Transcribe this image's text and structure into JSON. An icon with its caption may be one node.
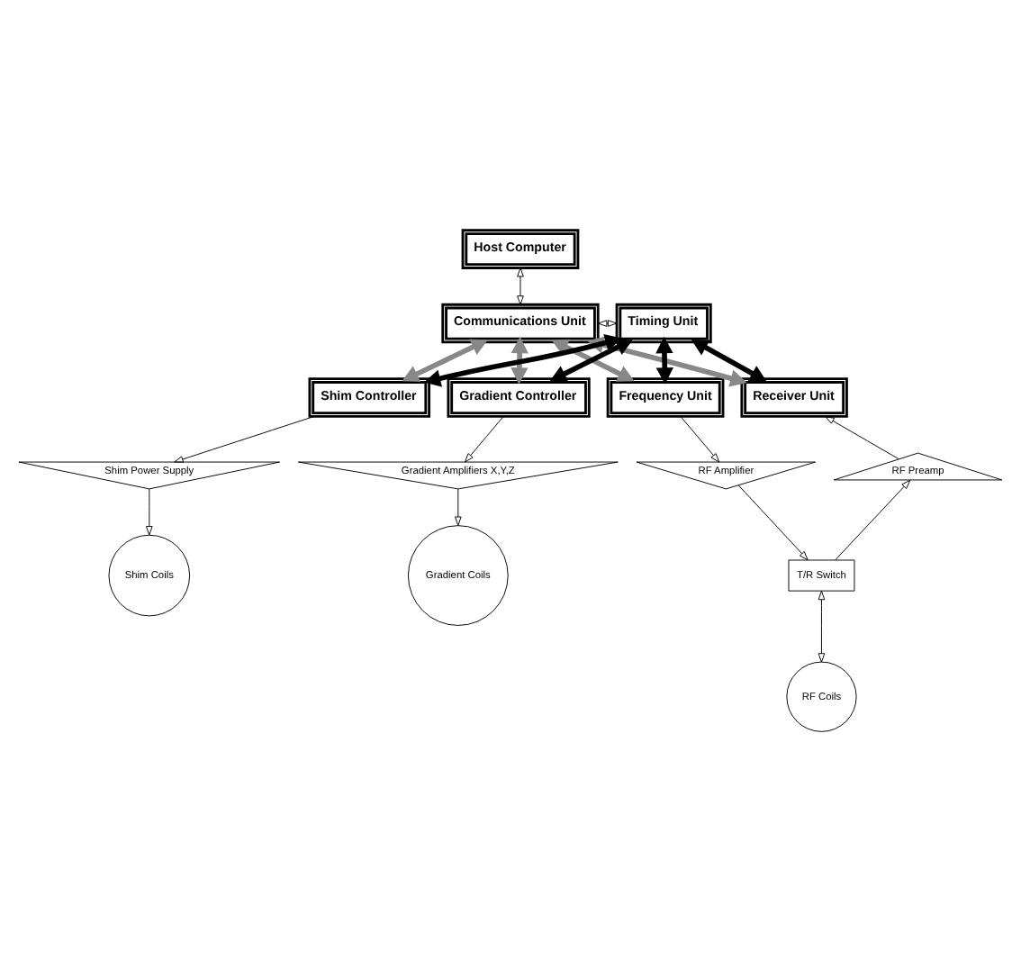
{
  "diagram": {
    "nodes": [
      {
        "text": [
          "Host Computer"
        ]
      },
      {
        "text": [
          "Communications Unit"
        ]
      },
      {
        "text": [
          "Timing Unit"
        ]
      },
      {
        "text": [
          "Shim Controller"
        ]
      },
      {
        "text": [
          "Gradient Controller"
        ]
      },
      {
        "text": [
          "Frequency Unit"
        ]
      },
      {
        "text": [
          "Receiver Unit"
        ]
      },
      {
        "text": [
          "Shim Power Supply"
        ]
      },
      {
        "text": [
          "Gradient Amplifiers X,Y,Z"
        ]
      },
      {
        "text": [
          "RF Amplifier"
        ]
      },
      {
        "text": [
          "RF Preamp"
        ]
      },
      {
        "text": [
          "Shim Coils"
        ]
      },
      {
        "text": [
          "Gradient Coils"
        ]
      },
      {
        "text": [
          "T/R Switch"
        ]
      },
      {
        "text": [
          "RF Coils"
        ]
      }
    ],
    "edges": [
      {
        "from": 0,
        "to": 1,
        "arrow": "both"
      },
      {
        "from": 1,
        "to": 2,
        "arrow": "both"
      },
      {
        "from": 1,
        "to": 3,
        "arrow": "both",
        "style": "thick",
        "color": "#888888"
      },
      {
        "from": 1,
        "to": 4,
        "arrow": "both",
        "style": "thick",
        "color": "#888888"
      },
      {
        "from": 1,
        "to": 5,
        "arrow": "both",
        "style": "thick",
        "color": "#888888"
      },
      {
        "from": 1,
        "to": 6,
        "arrow": "both",
        "style": "thick",
        "color": "#888888"
      },
      {
        "from": 2,
        "to": 3,
        "arrow": "both",
        "style": "thick"
      },
      {
        "from": 2,
        "to": 4,
        "arrow": "both",
        "style": "thick"
      },
      {
        "from": 2,
        "to": 5,
        "arrow": "both",
        "style": "thick"
      },
      {
        "from": 2,
        "to": 6,
        "arrow": "both",
        "style": "thick"
      },
      {
        "from": 3,
        "to": 7,
        "arrow": "to"
      },
      {
        "from": 7,
        "to": 11,
        "arrow": "to"
      },
      {
        "from": 4,
        "to": 8,
        "arrow": "to"
      },
      {
        "from": 8,
        "to": 12,
        "arrow": "to"
      },
      {
        "from": 5,
        "to": 9,
        "arrow": "to"
      },
      {
        "from": 9,
        "to": 13,
        "arrow": "to"
      },
      {
        "from": 13,
        "to": 10,
        "arrow": "to"
      },
      {
        "from": 10,
        "to": 6,
        "arrow": "to"
      },
      {
        "from": 13,
        "to": 14,
        "arrow": "both"
      }
    ]
  }
}
